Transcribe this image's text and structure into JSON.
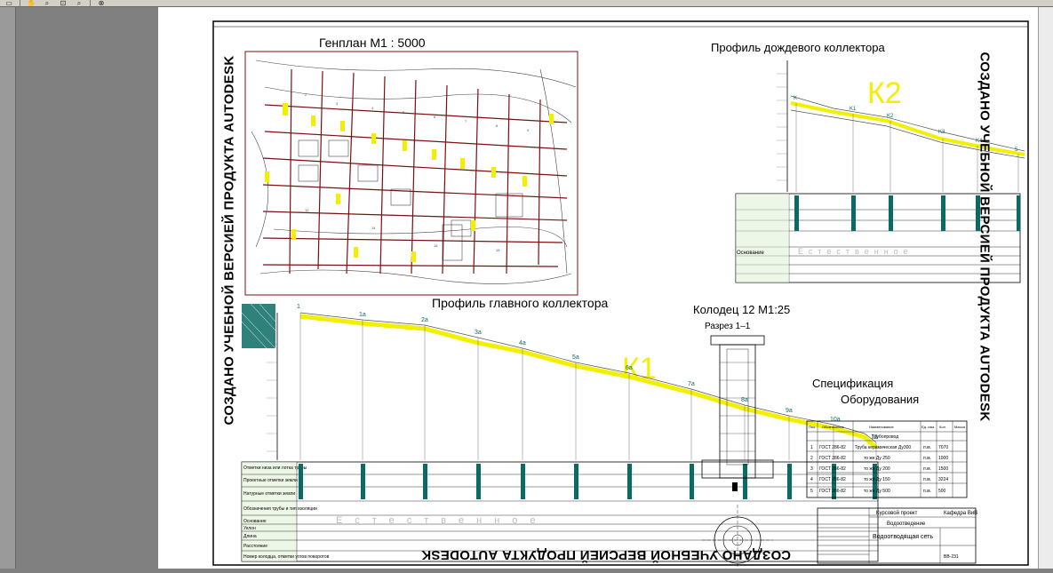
{
  "toolbar": {
    "icons": [
      "print-icon",
      "pan-icon",
      "zoom-icon",
      "zoom-window-icon",
      "zoom-previous-icon",
      "close-preview-icon"
    ]
  },
  "drawing": {
    "watermark": "СОЗДАНО УЧЕБНОЙ ВЕРСИЕЙ ПРОДУКТА AUTODESK",
    "genplan_title": "Генплан М1 : 5000",
    "rain_profile_title": "Профиль дождевого коллектора",
    "rain_profile_tag": "К2",
    "main_profile_title": "Профиль главного коллектора",
    "main_profile_tag": "К1",
    "well_title": "Колодец 12 М1:25",
    "well_section": "Разрез 1–1",
    "spec_title_1": "Спецификация",
    "spec_title_2": "Оборудования",
    "profile_row_labels": [
      "Отметки низа или лотка трубы",
      "Проектные отметки земли",
      "Натурные отметки земли",
      "Обозначения трубы и тип изоляции",
      "Основание",
      "Уклон",
      "Длина",
      "Расстояние",
      "Номер колодца, отметки углов поворотов"
    ],
    "spec_table": {
      "headers": [
        "Поз.",
        "Обозначение",
        "Наименование",
        "Ед. изм.",
        "Кол.",
        "Масса"
      ],
      "group": "Трубопровод",
      "rows": [
        [
          "1",
          "ГОСТ 286-82",
          "Труба керамическая Ду300",
          "п.м.",
          "7070"
        ],
        [
          "2",
          "ГОСТ 286-82",
          "то же Ду 250",
          "п.м.",
          "1000"
        ],
        [
          "3",
          "ГОСТ 286-82",
          "то же Ду 200",
          "п.м.",
          "1500"
        ],
        [
          "4",
          "ГОСТ 286-82",
          "то же Ду 150",
          "п.м.",
          "3224"
        ],
        [
          "5",
          "ГОСТ 286-82",
          "то же Ду 500",
          "п.м.",
          "500"
        ]
      ]
    },
    "title_block": {
      "project": "Курсовой проект",
      "code": "Кафедра ВиВ",
      "subject": "Водоотведение",
      "sheet_name": "Водоотводящая сеть",
      "group": "ВВ-231"
    }
  }
}
